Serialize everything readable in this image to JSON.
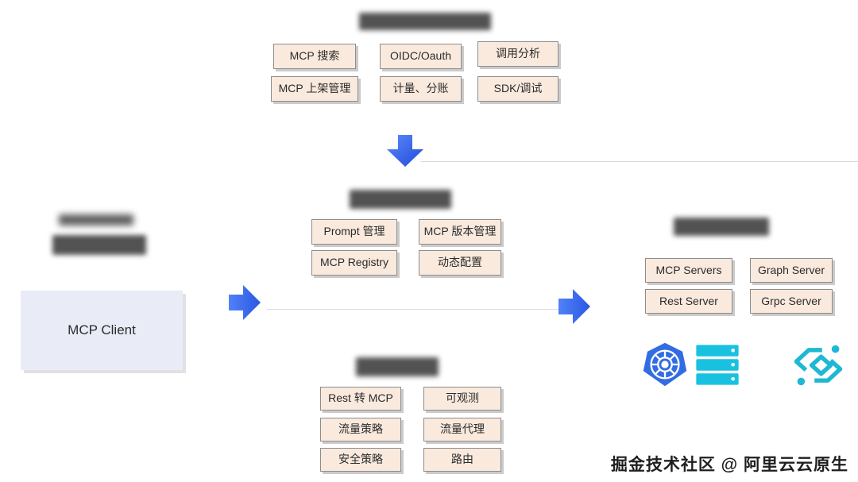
{
  "diagram": {
    "title_top": "",
    "colors": {
      "box_fill": "#faeade",
      "box_border": "#8c8c8c",
      "client_fill": "#e9ecf7",
      "arrow_from": "#4a7cf7",
      "arrow_to": "#2f5fe0",
      "redacted": "#3b3b3b",
      "k8s_blue": "#326ce5",
      "cyan": "#19c1e0",
      "nacos_teal": "#1fb8d4"
    },
    "sections": {
      "top": {
        "heading": "",
        "heading_redacted": true,
        "columns": [
          {
            "items": [
              {
                "label": "MCP 搜索"
              },
              {
                "label": "MCP 上架管理"
              }
            ]
          },
          {
            "items": [
              {
                "label": "OIDC/Oauth"
              },
              {
                "label": "计量、分账"
              }
            ]
          },
          {
            "items": [
              {
                "label": "调用分析"
              },
              {
                "label": "SDK/调试"
              }
            ]
          }
        ]
      },
      "center": {
        "heading": "",
        "heading_redacted": true,
        "columns": [
          {
            "items": [
              {
                "label": "Prompt 管理"
              },
              {
                "label": "MCP Registry"
              }
            ]
          },
          {
            "items": [
              {
                "label": "MCP 版本管理"
              },
              {
                "label": "动态配置"
              }
            ]
          }
        ]
      },
      "bottom": {
        "heading": "",
        "heading_redacted": true,
        "columns": [
          {
            "items": [
              {
                "label": "Rest 转 MCP"
              },
              {
                "label": "流量策略"
              },
              {
                "label": "安全策略"
              }
            ]
          },
          {
            "items": [
              {
                "label": "可观测"
              },
              {
                "label": "流量代理"
              },
              {
                "label": "路由"
              }
            ]
          }
        ]
      },
      "right": {
        "heading": "",
        "heading_redacted": true,
        "columns": [
          {
            "items": [
              {
                "label": "MCP Servers"
              },
              {
                "label": "Rest Server"
              }
            ]
          },
          {
            "items": [
              {
                "label": "Graph Server"
              },
              {
                "label": "Grpc Server"
              }
            ]
          }
        ],
        "logos": [
          {
            "name": "kubernetes-logo"
          },
          {
            "name": "database-logo"
          },
          {
            "name": "nacos-logo"
          }
        ]
      },
      "left": {
        "heading_line1": "",
        "heading_line2": "",
        "heading_redacted": true,
        "client": {
          "label": "MCP Client"
        }
      }
    },
    "arrows": [
      {
        "name": "arrow-down-top-to-center",
        "direction": "down"
      },
      {
        "name": "arrow-right-client-to-center",
        "direction": "right"
      },
      {
        "name": "arrow-right-center-to-servers",
        "direction": "right"
      }
    ]
  },
  "watermark": {
    "text": "掘金技术社区 @ 阿里云云原生"
  }
}
